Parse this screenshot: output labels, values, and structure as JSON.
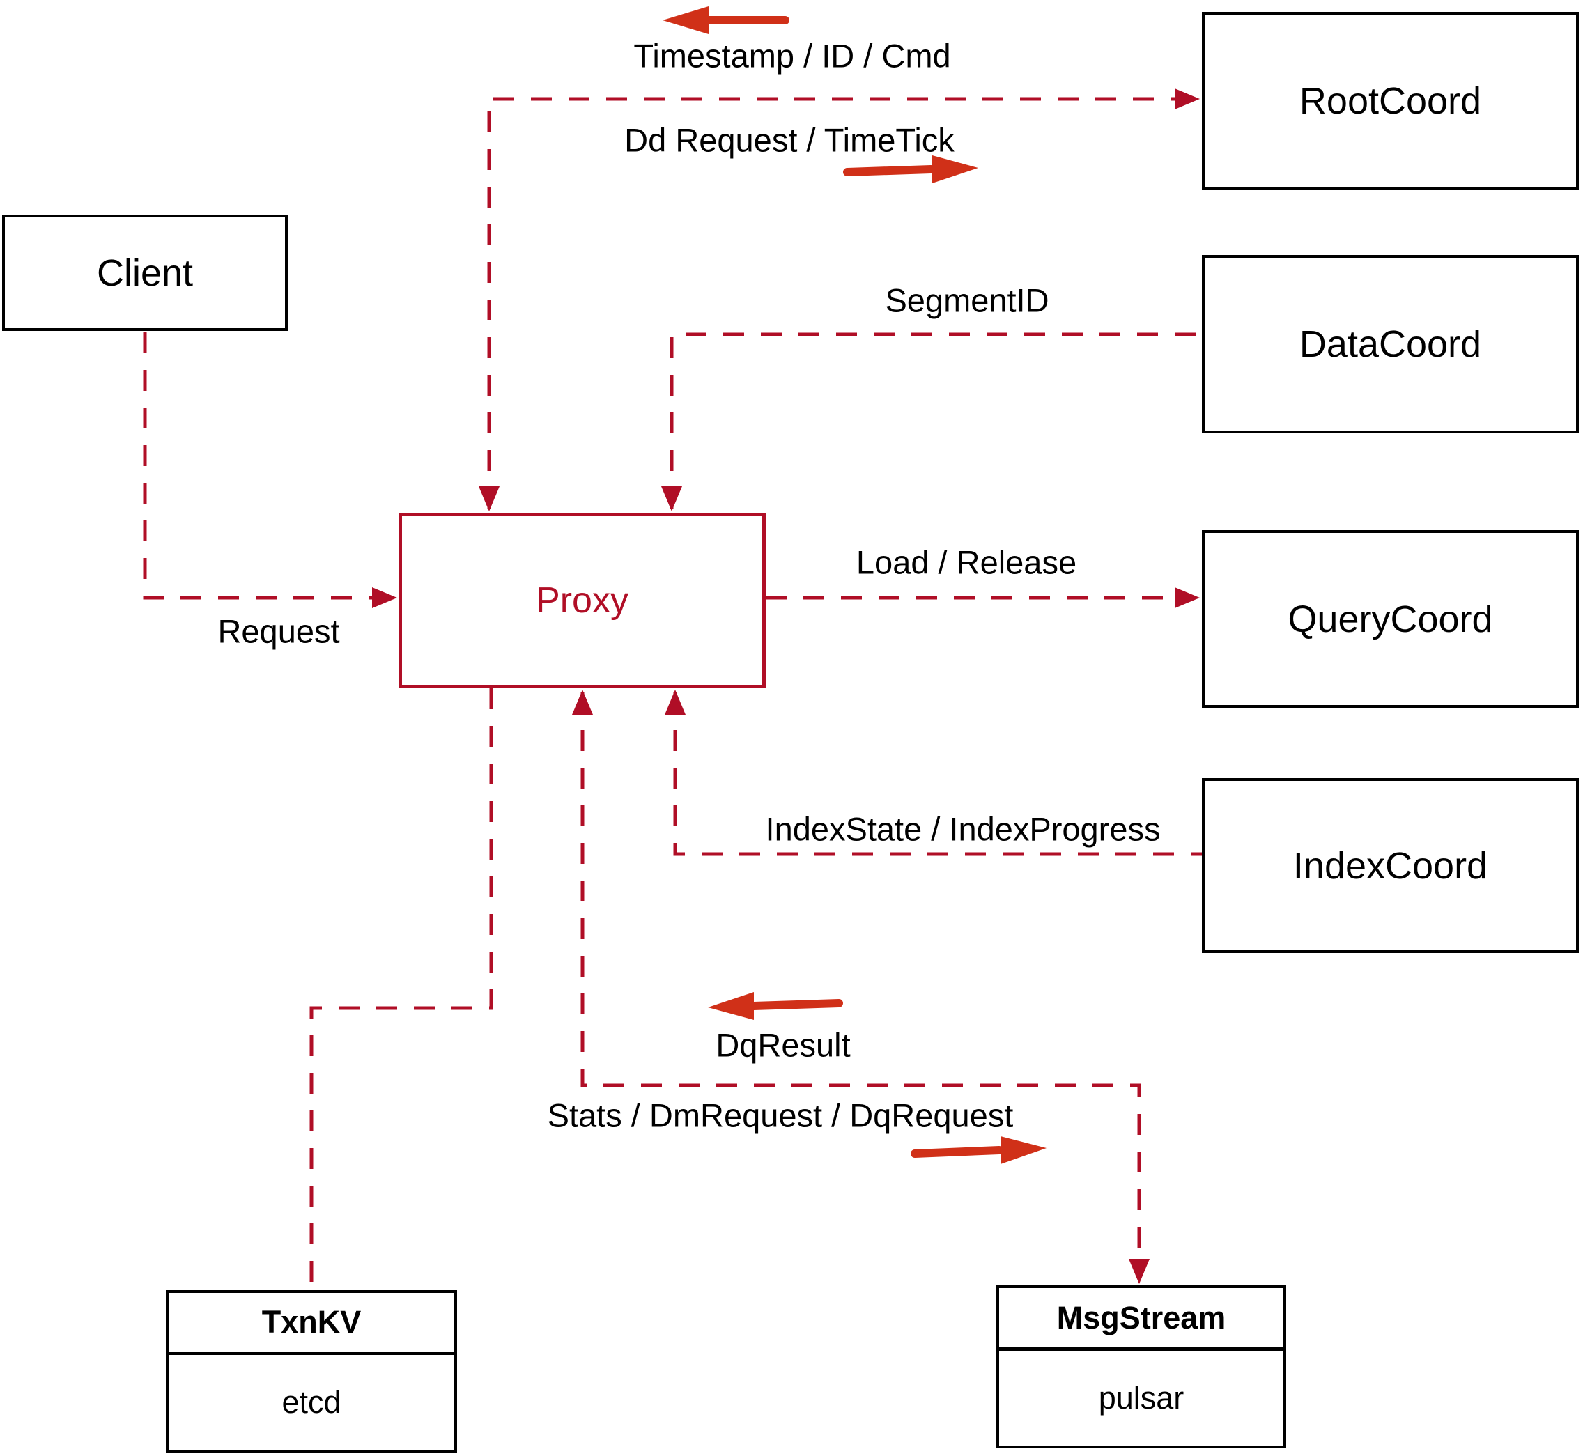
{
  "title": "Proxy architecture diagram",
  "colors": {
    "line_red": "#b00e26",
    "arrow_red": "#d03018",
    "ink": "#000000",
    "paper": "#ffffff"
  },
  "nodes": {
    "client": {
      "label": "Client"
    },
    "proxy": {
      "label": "Proxy"
    },
    "rootcoord": {
      "label": "RootCoord"
    },
    "datacoord": {
      "label": "DataCoord"
    },
    "querycoord": {
      "label": "QueryCoord"
    },
    "indexcoord": {
      "label": "IndexCoord"
    },
    "txnkv": {
      "title": "TxnKV",
      "impl": "etcd"
    },
    "msgstream": {
      "title": "MsgStream",
      "impl": "pulsar"
    }
  },
  "edge_labels": {
    "timestamp_id_cmd": "Timestamp / ID / Cmd",
    "dd_request_timetick": "Dd Request / TimeTick",
    "segment_id": "SegmentID",
    "load_release": "Load / Release",
    "request": "Request",
    "index_state_progress": "IndexState / IndexProgress",
    "dq_result": "DqResult",
    "stats_dm_dq_request": "Stats / DmRequest / DqRequest"
  }
}
